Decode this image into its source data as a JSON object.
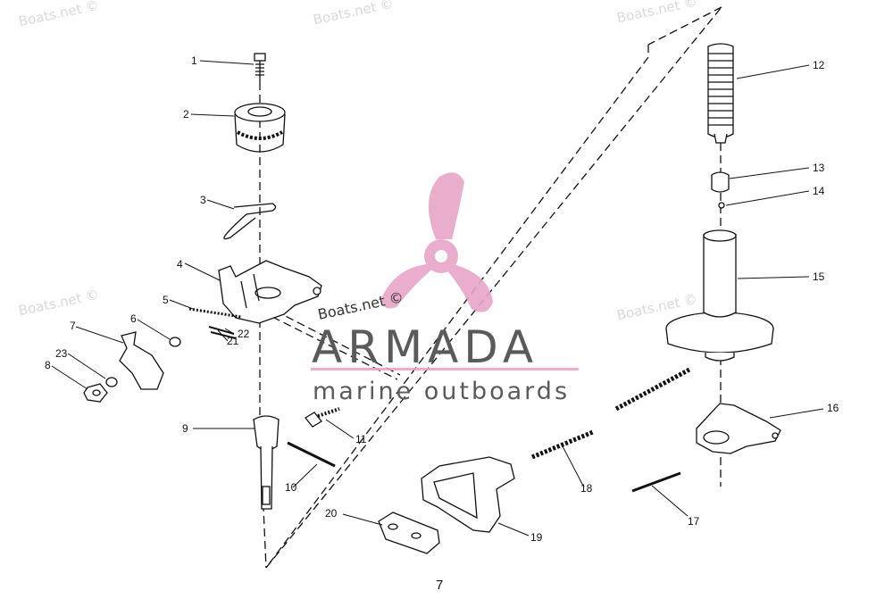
{
  "diagram": {
    "page_number": "7",
    "callouts": [
      "1",
      "2",
      "3",
      "4",
      "5",
      "6",
      "7",
      "8",
      "9",
      "10",
      "11",
      "12",
      "13",
      "14",
      "15",
      "16",
      "17",
      "18",
      "19",
      "20",
      "21",
      "22",
      "23"
    ]
  },
  "watermark": {
    "brand_name": "ARMADA",
    "brand_tagline": "marine outboards",
    "site_text": "Boats.net ©",
    "tile_text": "Boats.net ©",
    "logo_color": "#e8a5c8",
    "text_color": "#5a5a5a"
  },
  "colors": {
    "line": "#111111",
    "paper": "#ffffff",
    "watermark_tile": "#d9d9d9"
  }
}
